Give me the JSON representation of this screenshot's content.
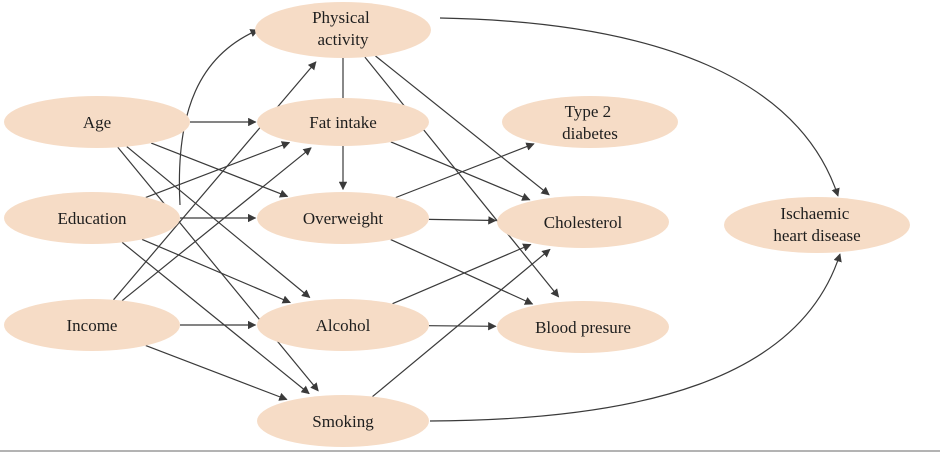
{
  "diagram": {
    "nodes": {
      "physical_activity": [
        "Physical",
        "activity"
      ],
      "age": [
        "Age"
      ],
      "education": [
        "Education"
      ],
      "income": [
        "Income"
      ],
      "fat_intake": [
        "Fat intake"
      ],
      "overweight": [
        "Overweight"
      ],
      "alcohol": [
        "Alcohol"
      ],
      "smoking": [
        "Smoking"
      ],
      "type2_diabetes": [
        "Type 2",
        "diabetes"
      ],
      "cholesterol": [
        "Cholesterol"
      ],
      "blood_presure": [
        "Blood presure"
      ],
      "ischaemic_heart_disease": [
        "Ischaemic",
        "heart disease"
      ]
    },
    "edges": [
      [
        "age",
        "fat_intake"
      ],
      [
        "age",
        "overweight"
      ],
      [
        "age",
        "alcohol"
      ],
      [
        "age",
        "smoking"
      ],
      [
        "education",
        "physical_activity"
      ],
      [
        "education",
        "fat_intake"
      ],
      [
        "education",
        "overweight"
      ],
      [
        "education",
        "alcohol"
      ],
      [
        "education",
        "smoking"
      ],
      [
        "income",
        "physical_activity"
      ],
      [
        "income",
        "fat_intake"
      ],
      [
        "income",
        "alcohol"
      ],
      [
        "income",
        "smoking"
      ],
      [
        "physical_activity",
        "overweight"
      ],
      [
        "physical_activity",
        "cholesterol"
      ],
      [
        "physical_activity",
        "blood_presure"
      ],
      [
        "physical_activity",
        "ischaemic_heart_disease"
      ],
      [
        "fat_intake",
        "cholesterol"
      ],
      [
        "overweight",
        "type2_diabetes"
      ],
      [
        "overweight",
        "cholesterol"
      ],
      [
        "overweight",
        "blood_presure"
      ],
      [
        "alcohol",
        "cholesterol"
      ],
      [
        "alcohol",
        "blood_presure"
      ],
      [
        "smoking",
        "cholesterol"
      ],
      [
        "smoking",
        "ischaemic_heart_disease"
      ]
    ],
    "colors": {
      "node_fill": "#f6dcc6",
      "edge": "#3a3a3a"
    }
  }
}
